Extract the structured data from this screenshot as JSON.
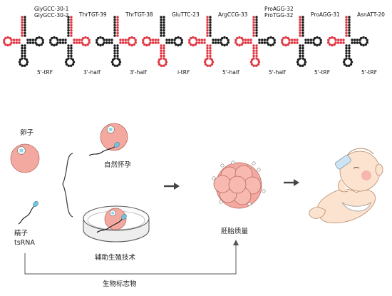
{
  "trnas": [
    {
      "labels": [
        "GlyGCC-30-1",
        "GlyGCC-30-2"
      ],
      "fragment": "5'-tRF"
    },
    {
      "labels": [
        "ThrTGT-39"
      ],
      "fragment": "3'-half"
    },
    {
      "labels": [
        "ThrTGT-38"
      ],
      "fragment": "3'-half"
    },
    {
      "labels": [
        "GluTTC-23"
      ],
      "fragment": "i-tRF"
    },
    {
      "labels": [
        "ArgCCG-33"
      ],
      "fragment": "5'-half"
    },
    {
      "labels": [
        "ProAGG-32",
        "ProTGG-32"
      ],
      "fragment": "5'-half"
    },
    {
      "labels": [
        "ProAGG-31"
      ],
      "fragment": "5'-tRF"
    },
    {
      "labels": [
        "AsnATT-20"
      ],
      "fragment": "5'-tRF"
    }
  ],
  "diagram": {
    "egg_label": "卵子",
    "sperm_label_1": "精子",
    "sperm_label_2": "tsRNA",
    "natural_label": "自然怀孕",
    "art_label": "辅助生殖技术",
    "embryo_label": "胚胎质量",
    "biomarker_label": "生物标志物"
  },
  "colors": {
    "red": "#e0343f",
    "black": "#1a1a1a",
    "egg": "#f3a9a0",
    "egg_stroke": "#b86a63",
    "nucleus": "#8fd6e6",
    "sperm_head": "#6fc6e0"
  }
}
